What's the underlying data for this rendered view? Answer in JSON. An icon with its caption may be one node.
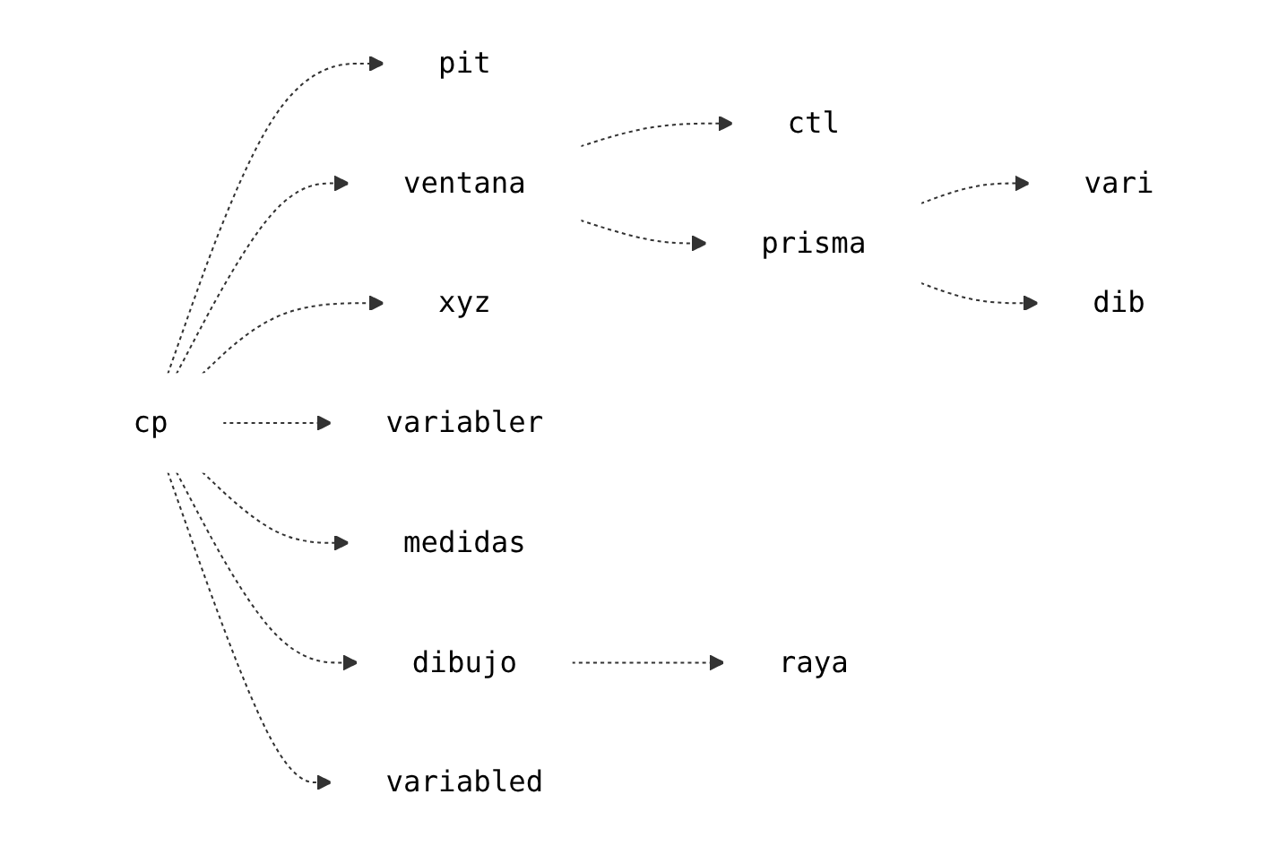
{
  "diagram": {
    "nodes": [
      {
        "text": [
          "pit"
        ]
      },
      {
        "text": [
          "ctl"
        ]
      },
      {
        "text": [
          "ventana"
        ]
      },
      {
        "text": [
          "vari"
        ]
      },
      {
        "text": [
          "prisma"
        ]
      },
      {
        "text": [
          "dib"
        ]
      },
      {
        "text": [
          "xyz"
        ]
      },
      {
        "text": [
          "cp"
        ]
      },
      {
        "text": [
          "variabler"
        ]
      },
      {
        "text": [
          "medidas"
        ]
      },
      {
        "text": [
          "dibujo"
        ]
      },
      {
        "text": [
          "raya"
        ]
      },
      {
        "text": [
          "variabled"
        ]
      }
    ],
    "edges": [
      {
        "from": 7,
        "to": 0,
        "arrow": "to",
        "style": "dashed"
      },
      {
        "from": 7,
        "to": 2,
        "arrow": "to",
        "style": "dashed"
      },
      {
        "from": 7,
        "to": 6,
        "arrow": "to",
        "style": "dashed"
      },
      {
        "from": 7,
        "to": 8,
        "arrow": "to",
        "style": "dashed"
      },
      {
        "from": 7,
        "to": 9,
        "arrow": "to",
        "style": "dashed"
      },
      {
        "from": 7,
        "to": 10,
        "arrow": "to",
        "style": "dashed"
      },
      {
        "from": 7,
        "to": 12,
        "arrow": "to",
        "style": "dashed"
      },
      {
        "from": 2,
        "to": 1,
        "arrow": "to",
        "style": "dashed"
      },
      {
        "from": 2,
        "to": 4,
        "arrow": "to",
        "style": "dashed"
      },
      {
        "from": 4,
        "to": 3,
        "arrow": "to",
        "style": "dashed"
      },
      {
        "from": 4,
        "to": 5,
        "arrow": "to",
        "style": "dashed"
      },
      {
        "from": 10,
        "to": 11,
        "arrow": "to",
        "style": "dashed"
      }
    ]
  }
}
